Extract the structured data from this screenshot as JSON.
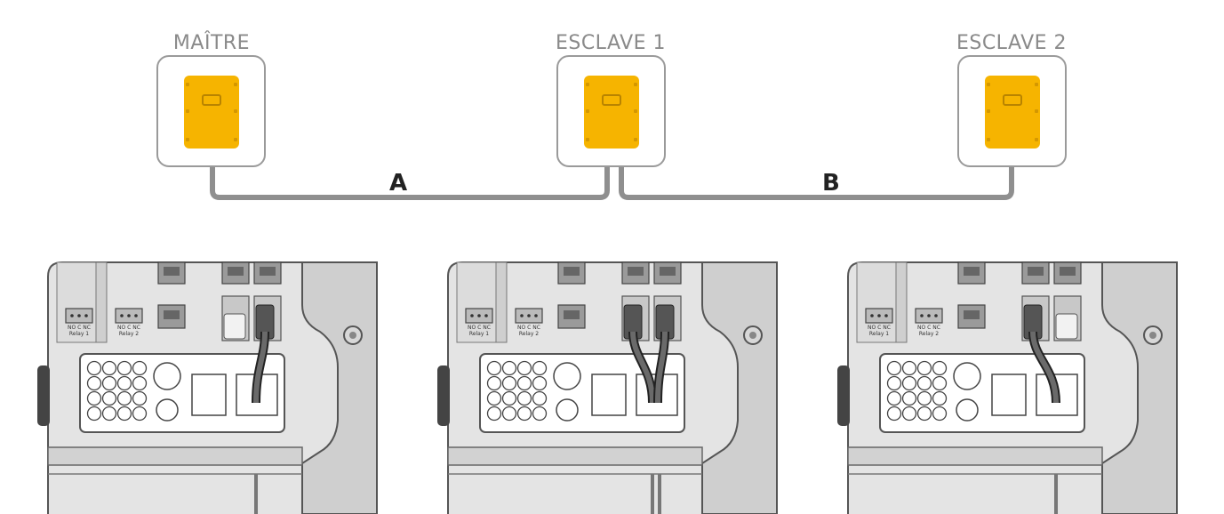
{
  "labels": {
    "master": "MAÎTRE",
    "slave1": "ESCLAVE 1",
    "slave2": "ESCLAVE 2",
    "segment_a": "A",
    "segment_b": "B"
  },
  "panels": [
    {
      "relay1": "Relay 1",
      "relay2": "Relay 2",
      "terminal": "NO C NC",
      "cables": 1
    },
    {
      "relay1": "Relay 1",
      "relay2": "Relay 2",
      "terminal": "NO C NC",
      "cables": 2
    },
    {
      "relay1": "Relay 1",
      "relay2": "Relay 2",
      "terminal": "NO C NC",
      "cables": 1
    }
  ],
  "colors": {
    "device_body": "#f6b400",
    "outline": "#9a9a9a",
    "cable": "#888888"
  }
}
